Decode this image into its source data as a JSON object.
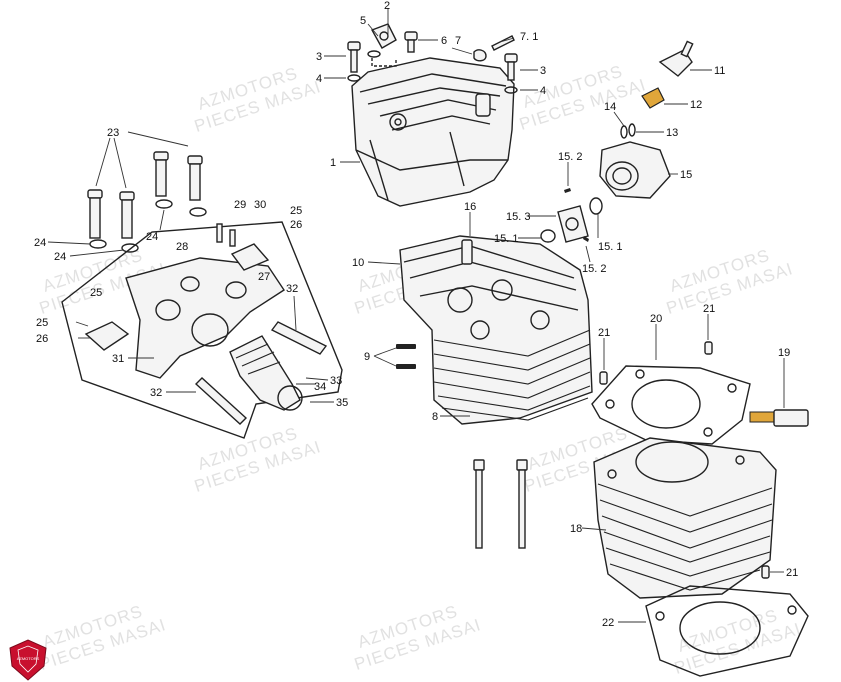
{
  "watermark": {
    "line1": "AZMOTORS",
    "line2": "PIECES MASAI"
  },
  "logo": {
    "text": "AZMOTORS",
    "color": "#c8102e"
  },
  "colors": {
    "sensor": "#e0a63a",
    "line": "#222222"
  },
  "callouts": {
    "c1": "1",
    "c2": "2",
    "c3a": "3",
    "c3b": "3",
    "c4a": "4",
    "c4b": "4",
    "c5": "5",
    "c6": "6",
    "c7": "7",
    "c71": "7. 1",
    "c8": "8",
    "c9": "9",
    "c10": "10",
    "c11": "11",
    "c12": "12",
    "c13": "13",
    "c14": "14",
    "c15": "15",
    "c151a": "15. 1",
    "c151b": "15. 1",
    "c152a": "15. 2",
    "c152b": "15. 2",
    "c153": "15. 3",
    "c16": "16",
    "c18": "18",
    "c19": "19",
    "c20": "20",
    "c21a": "21",
    "c21b": "21",
    "c21c": "21",
    "c22": "22",
    "c23": "23",
    "c24a": "24",
    "c24b": "24",
    "c24c": "24",
    "c25a": "25",
    "c25b": "25",
    "c25c": "25",
    "c26a": "26",
    "c26b": "26",
    "c27": "27",
    "c28": "28",
    "c29": "29",
    "c30": "30",
    "c31": "31",
    "c32a": "32",
    "c32b": "32",
    "c33": "33",
    "c34": "34",
    "c35": "35"
  }
}
